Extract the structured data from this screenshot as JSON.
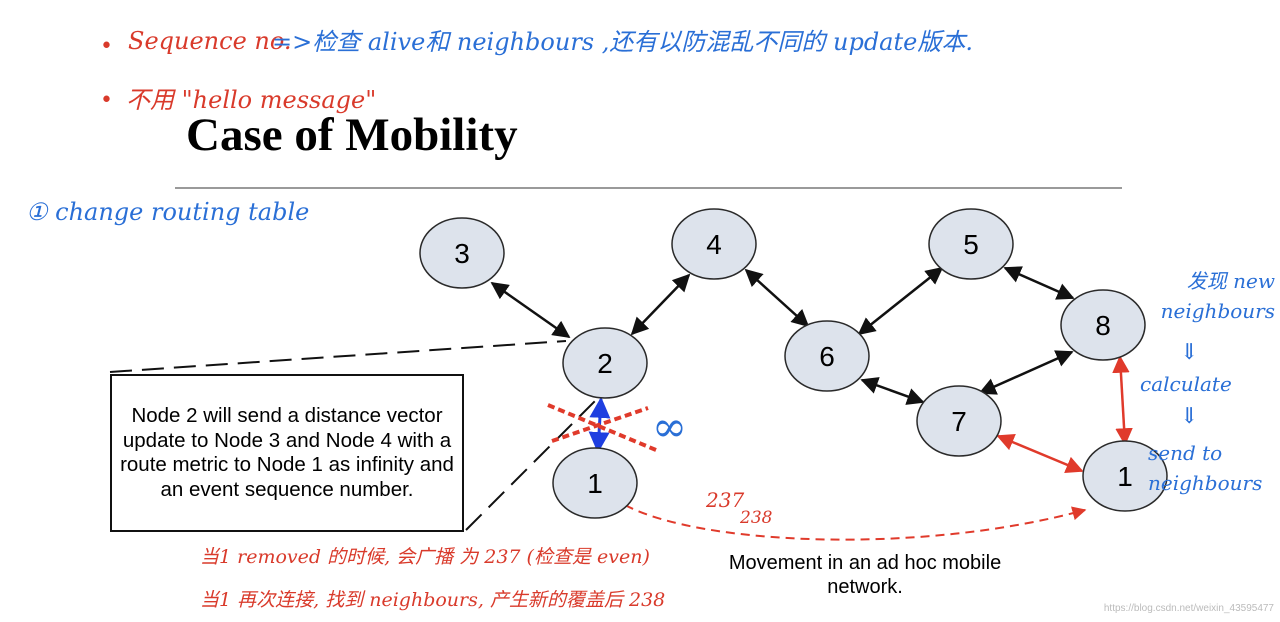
{
  "annotations_top": {
    "line1_red": "Sequence no.",
    "line1_blue": "=>检查 alive和 neighbours ,还有以防混乱不同的 update版本.",
    "line2_red": "不用 \"hello message\""
  },
  "title": "Case of Mobility",
  "annotation_left": "① change routing table",
  "nodes": [
    "3",
    "4",
    "5",
    "2",
    "6",
    "8",
    "7",
    "1",
    "1"
  ],
  "callout": "Node 2 will send a distance vector update to Node 3 and Node 4 with a route metric to Node 1 as infinity and an event sequence number.",
  "infinity_mark": "∞",
  "seq_old": "237",
  "seq_new": "238",
  "caption": "Movement in an ad hoc mobile network.",
  "annotation_right": {
    "step1": "发现 new neighbours",
    "arrow1": "⇓",
    "step2": "calculate",
    "arrow2": "⇓",
    "step3": "send to neighbours"
  },
  "annotation_bottom": {
    "line1": "当1 removed 的时候, 会广播 为 237 (检查是 even)",
    "line2": "当1 再次连接, 找到 neighbours, 产生新的覆盖后 238"
  },
  "watermark": "https://blog.csdn.net/weixin_43595477",
  "colors": {
    "node_fill": "#dde3ec",
    "red": "#e03a2b",
    "blue": "#1f3fe0"
  }
}
